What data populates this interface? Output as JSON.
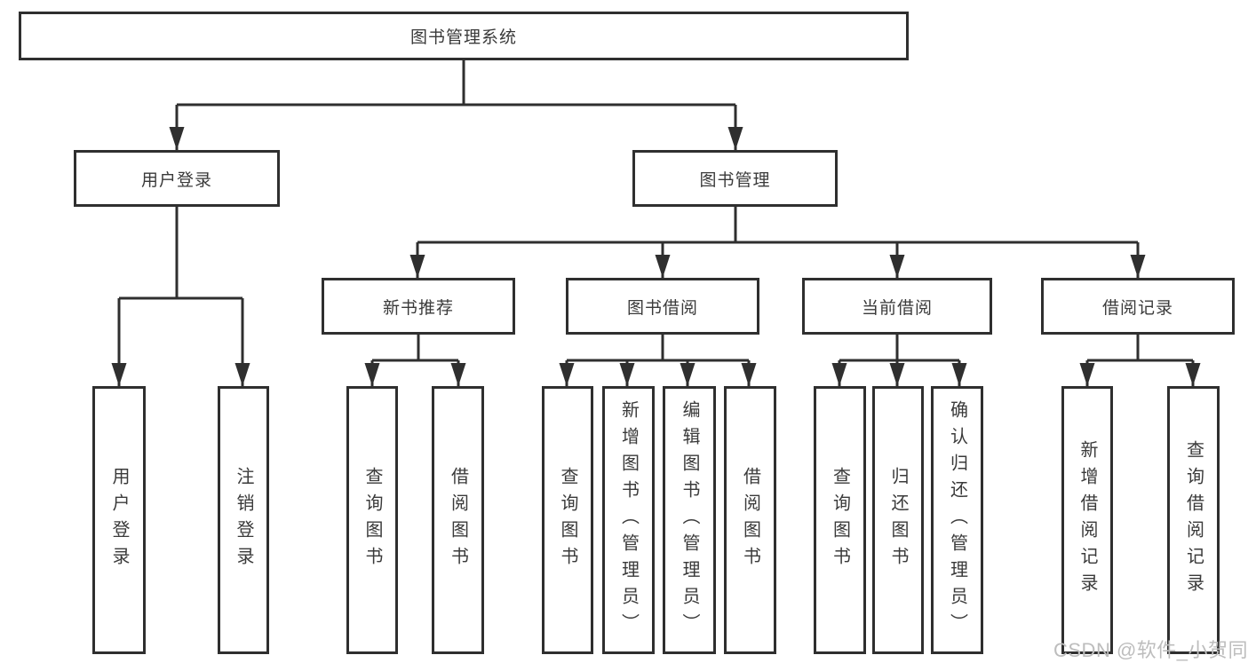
{
  "colors": {
    "line": "#2f2f2f",
    "text": "#3a3a3a",
    "box-bg": "#ffffff",
    "wm": "#bdbdbd"
  },
  "tree": {
    "label": "图书管理系统",
    "children": [
      {
        "label": "用户登录",
        "children": [
          {
            "label": "用户登录"
          },
          {
            "label": "注销登录"
          }
        ]
      },
      {
        "label": "图书管理",
        "children": [
          {
            "label": "新书推荐",
            "children": [
              {
                "label": "查询图书"
              },
              {
                "label": "借阅图书"
              }
            ]
          },
          {
            "label": "图书借阅",
            "children": [
              {
                "label": "查询图书"
              },
              {
                "label": "新增图书（管理员）"
              },
              {
                "label": "编辑图书（管理员）"
              },
              {
                "label": "借阅图书"
              }
            ]
          },
          {
            "label": "当前借阅",
            "children": [
              {
                "label": "查询图书"
              },
              {
                "label": "归还图书"
              },
              {
                "label": "确认归还（管理员）"
              }
            ]
          },
          {
            "label": "借阅记录",
            "children": [
              {
                "label": "新增借阅记录"
              },
              {
                "label": "查询借阅记录"
              }
            ]
          }
        ]
      }
    ]
  },
  "watermark": {
    "text": "CSDN @软件_小贺同学"
  }
}
